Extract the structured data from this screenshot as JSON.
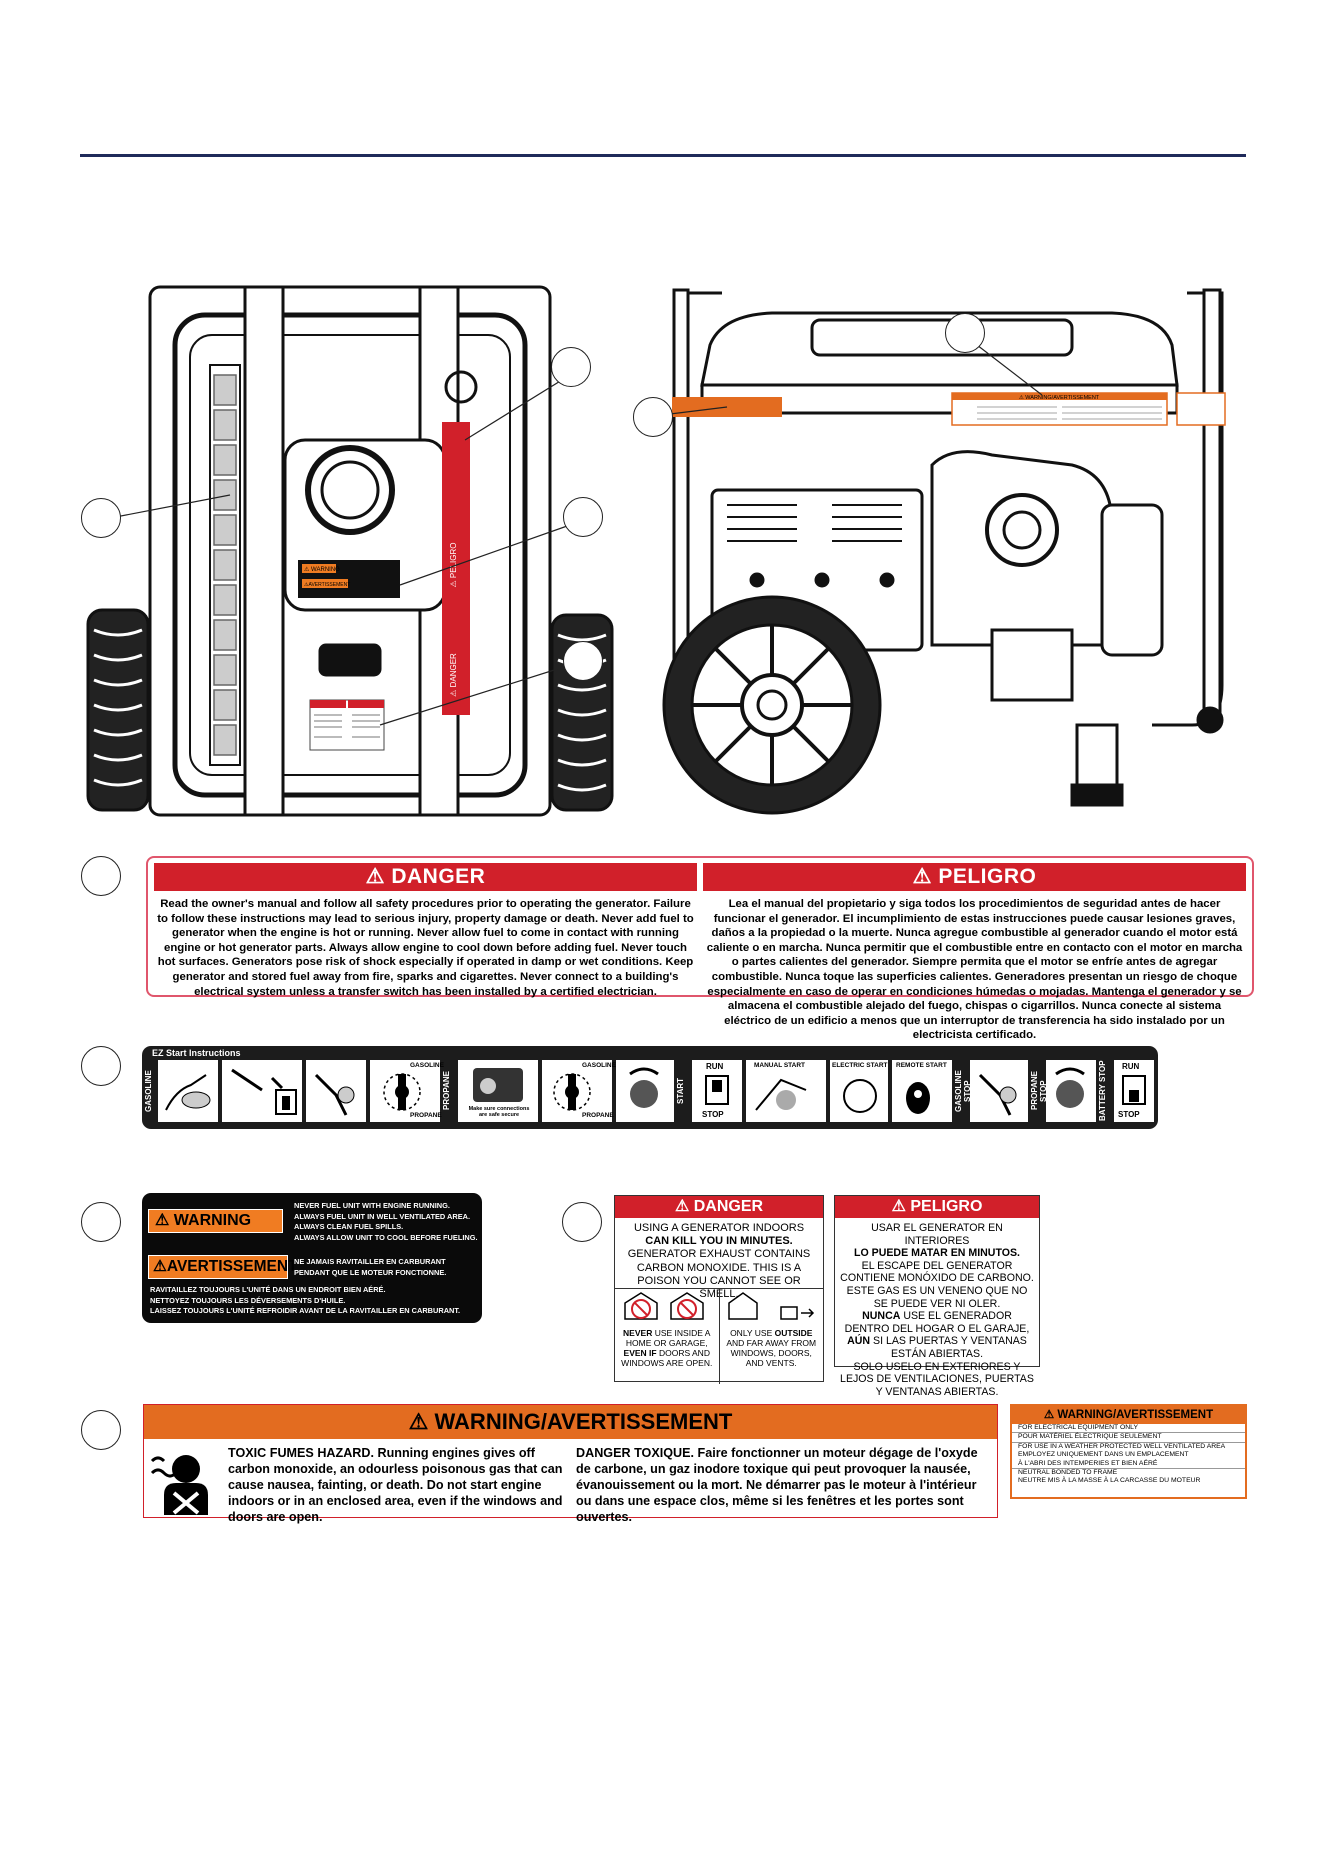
{
  "callouts": [
    "",
    "",
    "",
    "",
    "",
    "",
    "",
    "",
    "",
    "",
    "",
    ""
  ],
  "images": {
    "top_view": "generator-top-view-icon",
    "side_view": "generator-side-view-icon"
  },
  "diagram_labels": {
    "top_danger_vertical_1": "⚠ PELIGRO",
    "top_danger_vertical_2": "⚠ DANGER",
    "top_warning_small": "⚠ WARNING",
    "top_avert_small": "⚠AVERTISSEMENT",
    "side_warning": "⚠ WARNING/AVERTISSEMENT"
  },
  "danger_banner": {
    "left_title": "⚠ DANGER",
    "left_text": "Read the owner's manual and follow all safety procedures prior to operating the generator. Failure to follow these instructions may lead to serious injury, property damage or death. Never add fuel to generator when the engine is hot or running. Never allow fuel to come in contact with running engine or hot generator parts. Always allow engine to cool down before adding fuel. Never touch hot surfaces. Generators pose risk of shock especially if operated in damp or wet conditions. Keep generator and stored fuel away from fire, sparks and cigarettes. Never connect to a building's electrical system unless a transfer switch has been installed by a certified electrician.",
    "right_title": "⚠ PELIGRO",
    "right_text": "Lea el manual del propietario y siga todos los procedimientos de seguridad antes de hacer funcionar el generador. El incumplimiento de estas instrucciones puede causar lesiones graves, daños a la propiedad o la muerte. Nunca agregue combustible al generador cuando el motor está caliente o en marcha. Nunca permitir que el combustible entre en contacto con el motor en marcha o partes calientes del generador. Siempre permita que el motor se enfríe antes de agregar combustible. Nunca toque las superficies calientes. Generadores presentan un riesgo de choque especialmente en caso de operar en condiciones húmedas o mojadas. Mantenga el generador y se almacena el combustible alejado del fuego, chispas o cigarrillos. Nunca conecte al sistema eléctrico de un edificio a menos que un interruptor de transferencia ha sido instalado por un electricista certificado."
  },
  "ez_start": {
    "title": "EZ Start Instructions",
    "label_gasoline": "GASOLINE",
    "label_propane": "PROPANE",
    "label_start": "START",
    "label_gasoline_stop": "GASOLINE STOP",
    "label_propane_stop": "PROPANE STOP",
    "label_battery_stop": "BATTERY STOP",
    "run": "RUN",
    "stop": "STOP",
    "run2": "RUN",
    "stop2": "STOP",
    "manual_start": "MANUAL START",
    "electric_start": "ELECTRIC START",
    "remote_start": "REMOTE START",
    "gasoline_small": "GASOLINE",
    "propane_small": "PROPANE",
    "gasoline_small2": "GASOLINE",
    "propane_small2": "PROPANE",
    "propane_note": "Make sure connections are safe secure"
  },
  "warning_label": {
    "warning": "⚠ WARNING",
    "avertissement": "⚠AVERTISSEMENT",
    "en_lines": [
      "NEVER FUEL UNIT WITH ENGINE RUNNING.",
      "ALWAYS FUEL UNIT IN WELL VENTILATED AREA.",
      "ALWAYS CLEAN FUEL SPILLS.",
      "ALWAYS ALLOW UNIT TO COOL BEFORE FUELING."
    ],
    "fr_right_lines": [
      "NE JAMAIS RAVITAILLER EN CARBURANT",
      "PENDANT QUE LE MOTEUR FONCTIONNE."
    ],
    "fr_bottom_lines": [
      "RAVITAILLEZ TOUJOURS L'UNITÉ DANS UN ENDROIT BIEN AÉRÉ.",
      "NETTOYEZ TOUJOURS LES DÉVERSEMENTS D'HUILE.",
      "LAISSEZ TOUJOURS L'UNITÉ REFROIDIR  AVANT DE LA RAVITAILLER EN CARBURANT."
    ]
  },
  "co_danger": {
    "title": "⚠ DANGER",
    "text_1": "USING A GENERATOR INDOORS ",
    "text_bold_1": "CAN KILL YOU IN MINUTES.",
    "text_2": " GENERATOR EXHAUST CONTAINS CARBON MONOXIDE. THIS IS A POISON YOU CANNOT SEE OR SMELL.",
    "never_bold": "NEVER",
    "never_text": " USE INSIDE A HOME OR GARAGE, ",
    "even_bold": "EVEN IF",
    "even_text": " DOORS AND WINDOWS ARE OPEN.",
    "only_text": "ONLY USE ",
    "outside_bold": "OUTSIDE",
    "only_text_2": " AND FAR AWAY FROM WINDOWS, DOORS, AND VENTS."
  },
  "co_peligro": {
    "title": "⚠ PELIGRO",
    "l1": "USAR EL GENERATOR EN INTERIORES",
    "l2": "LO PUEDE MATAR EN MINUTOS.",
    "l3": "EL ESCAPE DEL GENERATOR CONTIENE MONÓXIDO DE CARBONO.",
    "l4": "ESTE GAS ES UN VENENO QUE NO SE PUEDE VER NI OLER.",
    "l5_bold": "NUNCA",
    "l5": " USE EL GENERADOR DENTRO DEL HOGAR O EL GARAJE, ",
    "l5_bold2": "AÚN",
    "l5b": " SI LAS PUERTAS Y VENTANAS ESTÁN ABIERTAS.",
    "l6": "SOLO USELO EN EXTERIORES Y LEJOS DE VENTILACIONES, PUERTAS Y VENTANAS ABIERTAS."
  },
  "toxic_warning": {
    "title": "⚠ WARNING/AVERTISSEMENT",
    "en": "TOXIC FUMES HAZARD. Running engines gives off carbon monoxide, an odourless poisonous gas that can cause nausea, fainting, or death. Do not start engine indoors or in an enclosed area, even if the windows and doors are open.",
    "fr": "DANGER TOXIQUE. Faire fonctionner un moteur dégage de l'oxyde de carbone, un gaz inodore toxique qui peut provoquer la nausée, évanouissement ou la mort. Ne démarrer pas le moteur à l'intérieur ou dans une espace clos, même si les fenêtres et les portes sont ouvertes."
  },
  "small_warning": {
    "title": "⚠ WARNING/AVERTISSEMENT",
    "lines": [
      "FOR ELECTRICAL EQUIPMENT ONLY",
      "POUR MATÉRIEL ÉLECTRIQUE SEULEMENT",
      "FOR USE IN A WEATHER PROTECTED WELL VENTILATED AREA",
      "EMPLOYEZ UNIQUEMENT DANS UN EMPLACEMENT",
      "À L'ABRI DES INTEMPERIES ET BIEN AÉRÉ",
      "NEUTRAL BONDED TO FRAME",
      "NEUTRE MIS À LA MASSE À LA CARCASSE DU MOTEUR"
    ]
  }
}
